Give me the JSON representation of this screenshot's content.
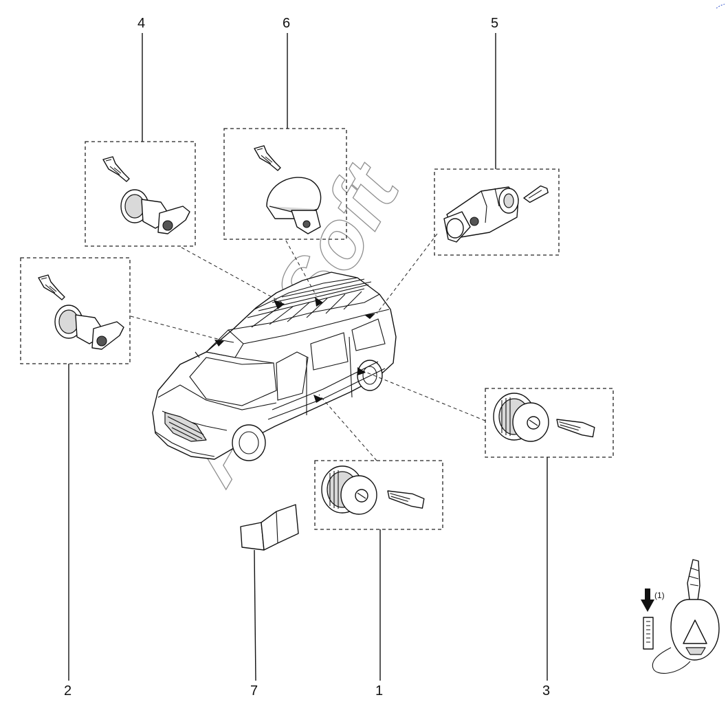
{
  "watermark": "AutoSoft",
  "callouts": [
    "1",
    "2",
    "3",
    "4",
    "5",
    "6",
    "7"
  ],
  "key_note": "(1)",
  "icons": {
    "vehicle": "minivan-icon",
    "lock_cylinder": "lock-cylinder-icon",
    "key_blade": "key-blade-icon",
    "remote_key": "remote-key-icon",
    "arrow": "arrow-down-icon"
  }
}
